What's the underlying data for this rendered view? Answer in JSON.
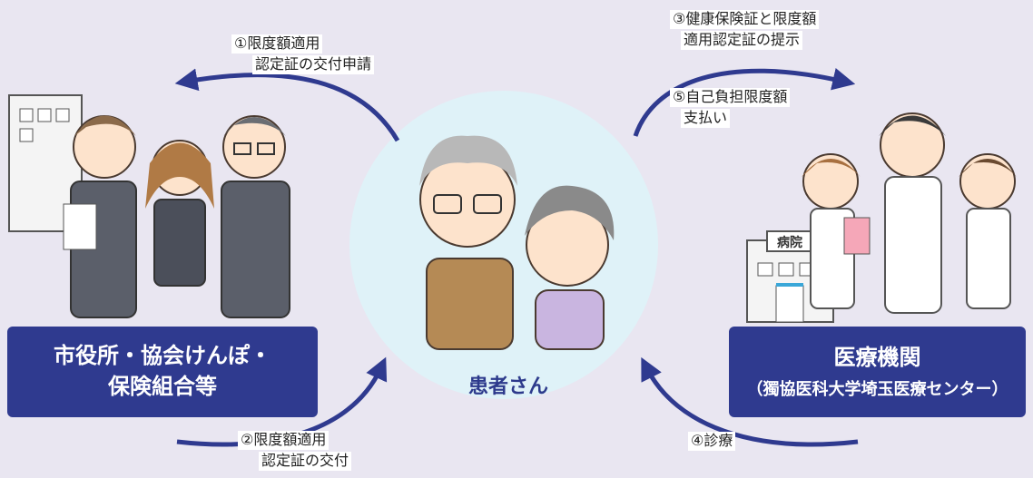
{
  "center": {
    "label": "患者さん"
  },
  "left_box": {
    "line1": "市役所・協会けんぽ・",
    "line2": "保険組合等"
  },
  "right_box": {
    "line1": "医療機関",
    "line2": "（獨協医科大学埼玉医療センター）"
  },
  "hospital_sign": "病院",
  "steps": {
    "s1": {
      "line1": "①限度額適用",
      "line2": "認定証の交付申請"
    },
    "s2": {
      "line1": "②限度額適用",
      "line2": "認定証の交付"
    },
    "s3": {
      "line1": "③健康保険証と限度額",
      "line2": "適用認定証の提示"
    },
    "s4": {
      "line1": "④診療"
    },
    "s5": {
      "line1": "⑤自己負担限度額",
      "line2": "支払い"
    }
  },
  "colors": {
    "background": "#e9e6f1",
    "box": "#2f3a8f",
    "arrow": "#2f3a8f",
    "circle": "#dff2f8"
  }
}
